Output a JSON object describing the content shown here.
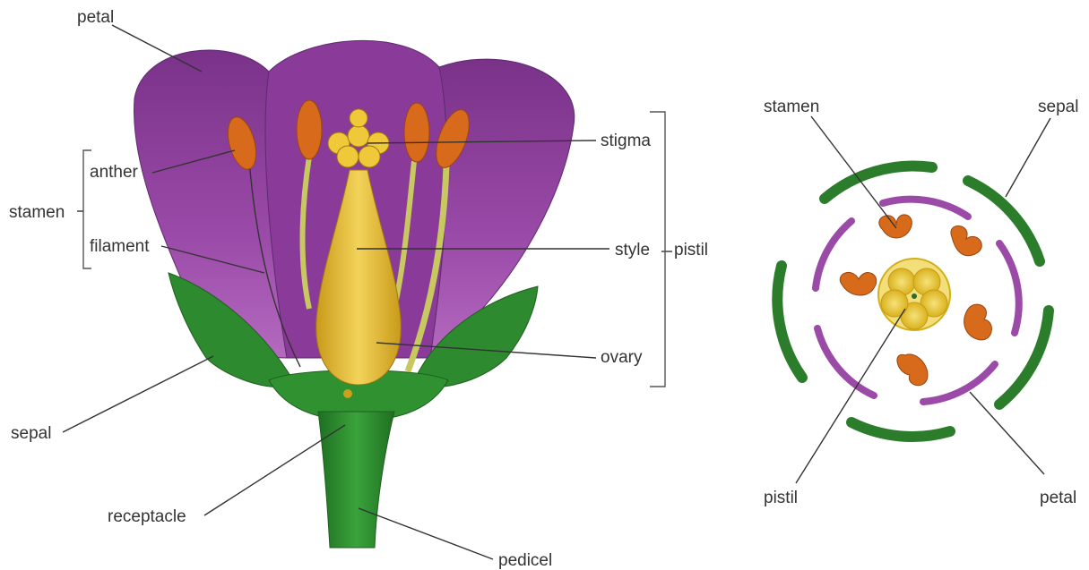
{
  "side_view": {
    "labels": {
      "petal": "petal",
      "anther": "anther",
      "stamen": "stamen",
      "filament": "filament",
      "sepal": "sepal",
      "receptacle": "receptacle",
      "pedicel": "pedicel",
      "stigma": "stigma",
      "style": "style",
      "pistil": "pistil",
      "ovary": "ovary"
    }
  },
  "top_view": {
    "labels": {
      "stamen": "stamen",
      "sepal": "sepal",
      "pistil": "pistil",
      "petal": "petal"
    }
  },
  "colors": {
    "petal": "#8b3f9a",
    "petal_dark": "#5e2a6e",
    "sepal": "#2e8a2e",
    "sepal_dark": "#1f5f1f",
    "anther": "#d86a1c",
    "pistil": "#e8c238",
    "filament": "#c8c860",
    "label_text": "#333333"
  }
}
